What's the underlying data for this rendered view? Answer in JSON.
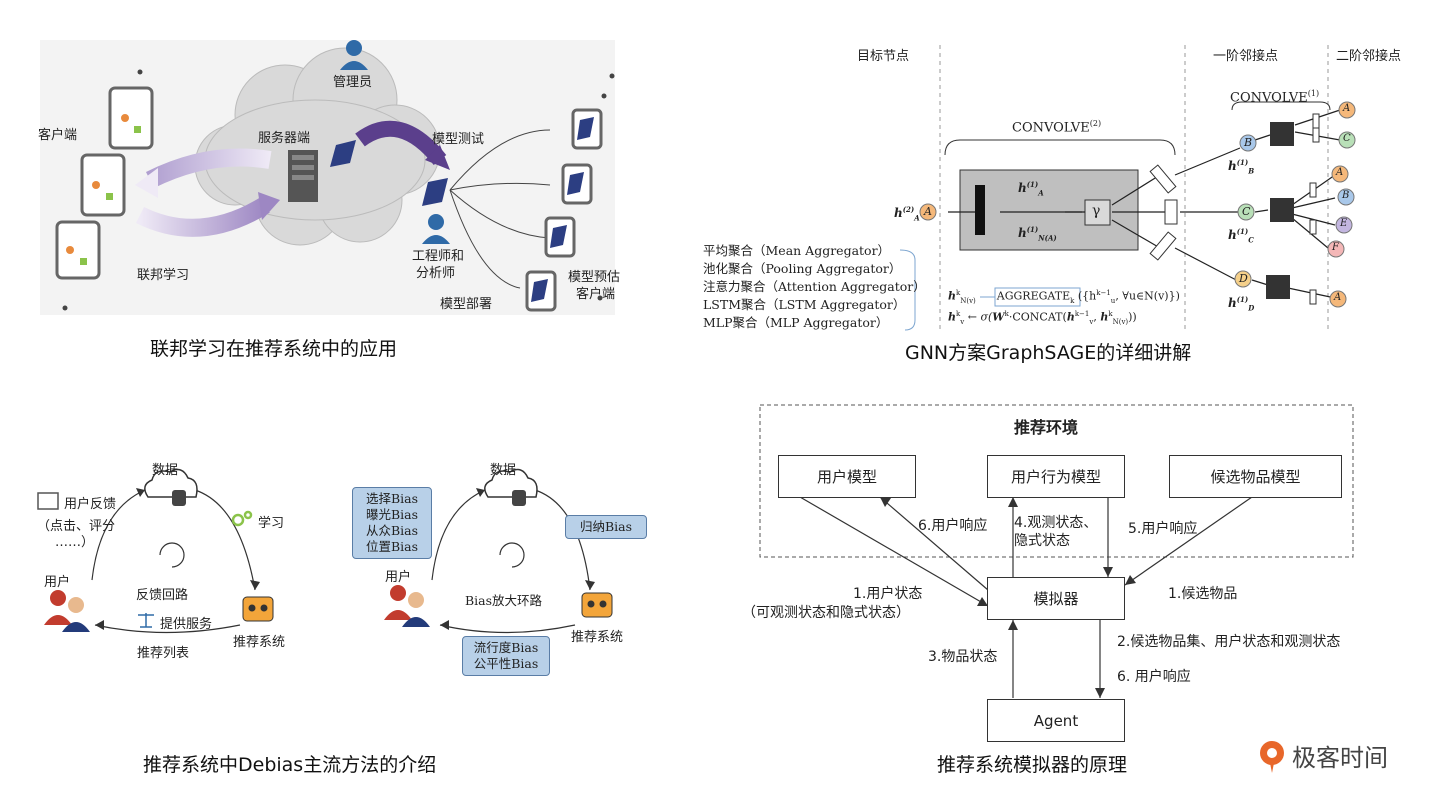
{
  "panel_fl": {
    "caption": "联邦学习在推荐系统中的应用",
    "admin": "管理员",
    "client": "客户端",
    "server": "服务器端",
    "model_test": "模型测试",
    "fed_learning": "联邦学习",
    "engineer_l1": "工程师和",
    "engineer_l2": "分析师",
    "deploy": "模型部署",
    "predict_l1": "模型预估",
    "predict_l2": "客户端"
  },
  "panel_gnn": {
    "caption": "GNN方案GraphSAGE的详细讲解",
    "col_target": "目标节点",
    "col_first": "一阶邻接点",
    "col_second": "二阶邻接点",
    "convolve2": "CONVOLVE",
    "convolve2_sup": "(2)",
    "convolve1": "CONVOLVE",
    "convolve1_sup": "(1)",
    "gamma": "γ",
    "node_A": "A",
    "node_B": "B",
    "node_C": "C",
    "node_D": "D",
    "node_E": "E",
    "node_F": "F",
    "h_A2": "h",
    "h_A2_sup": "(2)",
    "h_A2_sub": "A",
    "h_A1": "h",
    "h_A1_sup": "(1)",
    "h_A1_sub": "A",
    "h_NA1": "h",
    "h_NA1_sup": "(1)",
    "h_NA1_sub": "N(A)",
    "h_B1": "h",
    "h_B1_sup": "(1)",
    "h_B1_sub": "B",
    "h_C1": "h",
    "h_C1_sup": "(1)",
    "h_C1_sub": "C",
    "h_D1": "h",
    "h_D1_sup": "(1)",
    "h_D1_sub": "D",
    "agg_list": [
      "平均聚合（Mean Aggregator）",
      "池化聚合（Pooling Aggregator）",
      "注意力聚合（Attention Aggregator）",
      "LSTM聚合（LSTM Aggregator）",
      "MLP聚合（MLP Aggregator）"
    ],
    "formula1_lhs": "h",
    "formula1_lhs_sub": "N(v)",
    "formula1_lhs_sup": "k",
    "formula1_op": "AGGREGATE",
    "formula1_op_sub": "k",
    "formula1_rhs": "({h",
    "formula1_rhs_sup": "k−1",
    "formula1_rhs_tail": ", ∀u∈N(v)})",
    "formula1_rhs_sub": "u",
    "formula2_lhs": "h",
    "formula2_lhs_sub": "v",
    "formula2_lhs_sup": "k",
    "formula2_arrow": "←",
    "formula2_sigma": "σ(",
    "formula2_W": "W",
    "formula2_W_sup": "k",
    "formula2_concat": "·CONCAT(",
    "formula2_h1": "h",
    "formula2_h1_sup": "k−1",
    "formula2_h1_sub": "v",
    "formula2_comma": ", ",
    "formula2_h2": "h",
    "formula2_h2_sup": "k",
    "formula2_h2_sub": "N(v)",
    "formula2_close": "))"
  },
  "panel_debias": {
    "caption": "推荐系统中Debias主流方法的介绍",
    "left": {
      "data": "数据",
      "feedback": "用户反馈",
      "feedback_detail_l1": "（点击、评分",
      "feedback_detail_l2": "……）",
      "learn": "学习",
      "loop": "反馈回路",
      "user": "用户",
      "service": "提供服务",
      "recsys": "推荐系统",
      "reclist": "推荐列表"
    },
    "right": {
      "data": "数据",
      "bias_box": [
        "选择Bias",
        "曝光Bias",
        "从众Bias",
        "位置Bias"
      ],
      "inductive": "归纳Bias",
      "loop": "Bias放大环路",
      "user": "用户",
      "recsys": "推荐系统",
      "bias_box2": [
        "流行度Bias",
        "公平性Bias"
      ]
    }
  },
  "panel_sim": {
    "caption": "推荐系统模拟器的原理",
    "env": "推荐环境",
    "user_model": "用户模型",
    "behavior_model": "用户行为模型",
    "item_model": "候选物品模型",
    "simulator": "模拟器",
    "agent": "Agent",
    "l_6_resp": "6.用户响应",
    "l_4_a": "4.观测状态、",
    "l_4_b": "隐式状态",
    "l_5_resp": "5.用户响应",
    "l_1_state": "1.用户状态",
    "l_1_state_detail": "（可观测状态和隐式状态）",
    "l_1_item": "1.候选物品",
    "l_2": "2.候选物品集、用户状态和观测状态",
    "l_3": "3.物品状态",
    "l_6_resp2": "6. 用户响应"
  },
  "brand": {
    "name": "极客时间"
  },
  "colors": {
    "cloud": "#d8d8d8",
    "purple": "#5b3f8c",
    "lavender": "#b7a6d2",
    "blue_box": "#b8d0e8",
    "node_orange": "#f5b87a",
    "node_blue": "#a9c8ea",
    "node_green": "#b9e0b8",
    "node_purple": "#c3b6e0",
    "node_pink": "#f4b7b7",
    "brand_orange": "#e8672a"
  }
}
